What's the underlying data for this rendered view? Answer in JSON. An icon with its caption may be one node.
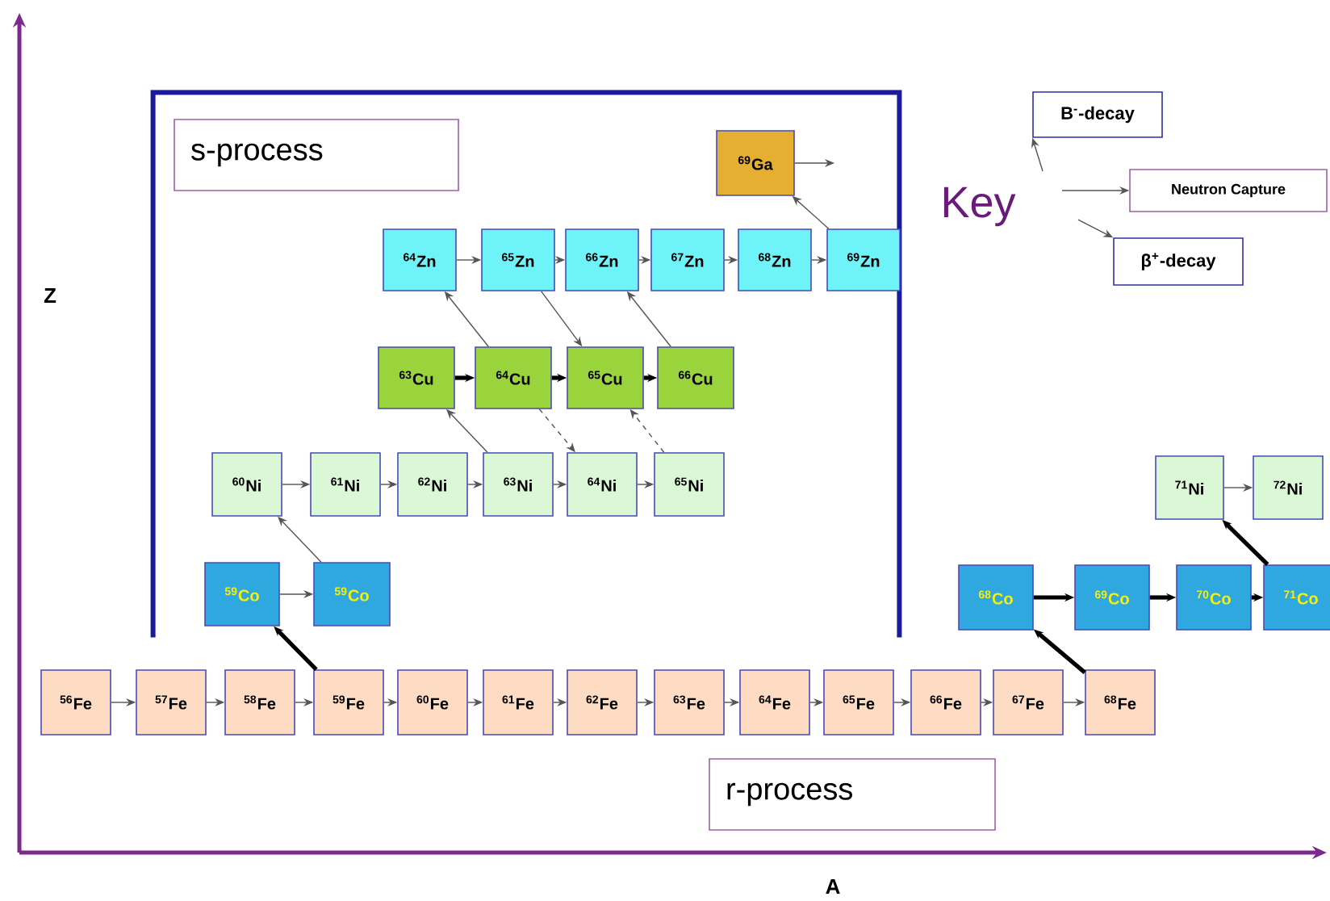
{
  "diagram": {
    "nodes": [
      {
        "text": [],
        "shape": "box"
      },
      {
        "text": [
          "s-process"
        ],
        "in": 0
      },
      {
        "text": [
          "$^{69}$Ga"
        ],
        "in": 0
      },
      {
        "text": [
          "$^{64}$Zn"
        ],
        "in": 0
      },
      {
        "text": [
          "$^{65}$Zn"
        ],
        "in": 0
      },
      {
        "text": [
          "$^{66}$Zn"
        ],
        "in": 0
      },
      {
        "text": [
          "$^{67}$Zn"
        ],
        "in": 0
      },
      {
        "text": [
          "$^{68}$Zn"
        ],
        "in": 0
      },
      {
        "text": [
          "$^{69}$Zn"
        ],
        "in": 0
      },
      {
        "text": [
          "$^{63}$Cu"
        ],
        "in": 0
      },
      {
        "text": [
          "$^{64}$Cu"
        ],
        "in": 0
      },
      {
        "text": [
          "$^{65}$Cu"
        ],
        "in": 0
      },
      {
        "text": [
          "$^{66}$Cu"
        ],
        "in": 0
      },
      {
        "text": [
          "$^{60}$Ni"
        ],
        "in": 0
      },
      {
        "text": [
          "$^{61}$Ni"
        ],
        "in": 0
      },
      {
        "text": [
          "$^{62}$Ni"
        ],
        "in": 0
      },
      {
        "text": [
          "$^{63}$Ni"
        ],
        "in": 0
      },
      {
        "text": [
          "$^{64}$Ni"
        ],
        "in": 0
      },
      {
        "text": [
          "$^{65}$Ni"
        ],
        "in": 0
      },
      {
        "text": [
          "$^{59}$Co"
        ],
        "in": 0
      },
      {
        "text": [
          "$^{59}$Co"
        ],
        "in": 0
      },
      {
        "text": [
          "$^{56}$Fe"
        ]
      },
      {
        "text": [
          "$^{57}$Fe"
        ]
      },
      {
        "text": [
          "$^{58}$Fe"
        ]
      },
      {
        "text": [
          "$^{59}$Fe"
        ]
      },
      {
        "text": [
          "$^{60}$Fe"
        ]
      },
      {
        "text": [
          "$^{61}$Fe"
        ]
      },
      {
        "text": [
          "$^{62}$Fe"
        ]
      },
      {
        "text": [
          "$^{63}$Fe"
        ]
      },
      {
        "text": [
          "$^{64}$Fe"
        ]
      },
      {
        "text": [
          "$^{65}$Fe"
        ]
      },
      {
        "text": [
          "$^{66}$Fe"
        ]
      },
      {
        "text": [
          "$^{67}$Fe"
        ]
      },
      {
        "text": [
          "$^{68}$Fe"
        ]
      },
      {
        "text": [
          "r-process"
        ]
      },
      {
        "text": [
          "$^{68}$Co"
        ]
      },
      {
        "text": [
          "$^{69}$Co"
        ]
      },
      {
        "text": [
          "$^{70}$Co"
        ]
      },
      {
        "text": [
          "$^{71}$Co"
        ]
      },
      {
        "text": [
          "$^{71}$Ni"
        ]
      },
      {
        "text": [
          "$^{72}$Ni"
        ]
      },
      {
        "text": [
          "B$^{-}$-decay"
        ]
      },
      {
        "text": [
          "Neutron Capture"
        ]
      },
      {
        "text": [
          "β$^{+}$-decay"
        ]
      }
    ],
    "edges": [
      {
        "from": 21,
        "to": 22,
        "arrow": "to"
      },
      {
        "from": 22,
        "to": 23,
        "arrow": "to"
      },
      {
        "from": 23,
        "to": 24,
        "arrow": "to"
      },
      {
        "from": 24,
        "to": 25,
        "arrow": "to"
      },
      {
        "from": 25,
        "to": 26,
        "arrow": "to"
      },
      {
        "from": 26,
        "to": 27,
        "arrow": "to"
      },
      {
        "from": 27,
        "to": 28,
        "arrow": "to"
      },
      {
        "from": 28,
        "to": 29,
        "arrow": "to"
      },
      {
        "from": 29,
        "to": 30,
        "arrow": "to"
      },
      {
        "from": 30,
        "to": 31,
        "arrow": "to"
      },
      {
        "from": 31,
        "to": 32,
        "arrow": "to"
      },
      {
        "from": 32,
        "to": 33,
        "arrow": "to"
      },
      {
        "from": 24,
        "to": 19,
        "arrow": "to",
        "style": "thick",
        "color": "#000000"
      },
      {
        "from": 19,
        "to": 20,
        "arrow": "to"
      },
      {
        "from": 20,
        "to": 13,
        "arrow": "to"
      },
      {
        "from": 13,
        "to": 14,
        "arrow": "to"
      },
      {
        "from": 14,
        "to": 15,
        "arrow": "to"
      },
      {
        "from": 15,
        "to": 16,
        "arrow": "to"
      },
      {
        "from": 16,
        "to": 17,
        "arrow": "to"
      },
      {
        "from": 17,
        "to": 18,
        "arrow": "to"
      },
      {
        "from": 16,
        "to": 9,
        "arrow": "to"
      },
      {
        "from": 10,
        "to": 17,
        "arrow": "to",
        "style": "dashed"
      },
      {
        "from": 18,
        "to": 11,
        "arrow": "to",
        "style": "dashed"
      },
      {
        "from": 9,
        "to": 10,
        "arrow": "to",
        "style": "thick",
        "color": "#000000"
      },
      {
        "from": 10,
        "to": 11,
        "arrow": "to",
        "style": "thick",
        "color": "#000000"
      },
      {
        "from": 11,
        "to": 12,
        "arrow": "to",
        "style": "thick",
        "color": "#000000"
      },
      {
        "from": 10,
        "to": 3,
        "arrow": "to"
      },
      {
        "from": 4,
        "to": 11,
        "arrow": "to"
      },
      {
        "from": 12,
        "to": 5,
        "arrow": "to"
      },
      {
        "from": 3,
        "to": 4,
        "arrow": "to"
      },
      {
        "from": 4,
        "to": 5,
        "arrow": "to"
      },
      {
        "from": 5,
        "to": 6,
        "arrow": "to"
      },
      {
        "from": 6,
        "to": 7,
        "arrow": "to"
      },
      {
        "from": 7,
        "to": 8,
        "arrow": "to"
      },
      {
        "from": 8,
        "to": 2,
        "arrow": "to"
      },
      {
        "from": 2,
        "to": null,
        "arrow": "to"
      },
      {
        "from": 33,
        "to": 35,
        "arrow": "to",
        "style": "thick",
        "color": "#000000"
      },
      {
        "from": 35,
        "to": 36,
        "arrow": "to",
        "style": "thick",
        "color": "#000000"
      },
      {
        "from": 36,
        "to": 37,
        "arrow": "to",
        "style": "thick",
        "color": "#000000"
      },
      {
        "from": 37,
        "to": 38,
        "arrow": "to",
        "style": "thick",
        "color": "#000000"
      },
      {
        "from": 38,
        "to": 39,
        "arrow": "to",
        "style": "thick",
        "color": "#000000"
      },
      {
        "from": 39,
        "to": 40,
        "arrow": "to"
      },
      {
        "from": null,
        "to": 41,
        "arrow": "to"
      },
      {
        "from": null,
        "to": 42,
        "arrow": "to"
      },
      {
        "from": null,
        "to": 43,
        "arrow": "to"
      }
    ],
    "labels": [
      "Key",
      "Z",
      "A"
    ]
  }
}
